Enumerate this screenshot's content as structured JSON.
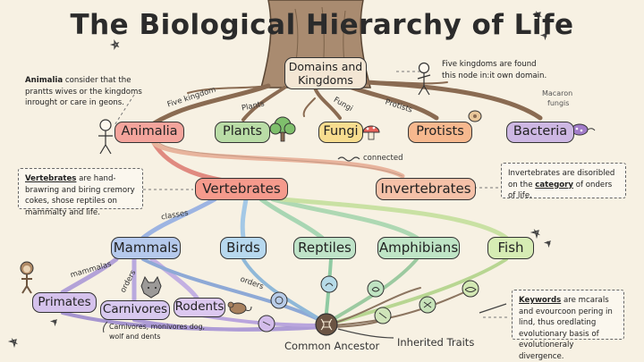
{
  "title": "The Biological Hierarchy of Life",
  "root": {
    "line1": "Domains and",
    "line2": "Kingdoms"
  },
  "kingdoms": [
    {
      "label": "Animalia",
      "color": "#f4a49c"
    },
    {
      "label": "Plants",
      "color": "#b9dca6"
    },
    {
      "label": "Fungi",
      "color": "#f7dd8f"
    },
    {
      "label": "Protists",
      "color": "#f6b88e"
    },
    {
      "label": "Bacteria",
      "color": "#cdb7e3"
    }
  ],
  "level2": [
    {
      "label": "Vertebrates",
      "color": "#f59a8c"
    },
    {
      "label": "Invertebrates",
      "color": "#f5c1a8"
    }
  ],
  "classes": [
    {
      "label": "Mammals",
      "color": "#b5c9ec"
    },
    {
      "label": "Birds",
      "color": "#b7d8ee"
    },
    {
      "label": "Reptiles",
      "color": "#bfe3c8"
    },
    {
      "label": "Amphibians",
      "color": "#bfe5c6"
    },
    {
      "label": "Fish",
      "color": "#d6ecb4"
    }
  ],
  "orders": [
    {
      "label": "Primates",
      "color": "#d5c2ec"
    },
    {
      "label": "Carnivores",
      "color": "#d8c9ef"
    },
    {
      "label": "Rodents",
      "color": "#dcc8f0"
    }
  ],
  "branch_labels": {
    "five_kingdom": "Five kingdom",
    "plants": "Plants",
    "fungi": "Fungi",
    "protists": "Protists",
    "macaron": "Macaron",
    "fungis": "fungis",
    "connected": "connected",
    "classes": "classes",
    "mammalas": "mammalas",
    "orders_left": "orders",
    "orders_right": "orders"
  },
  "notes": {
    "animalia": {
      "bold": "Animalia",
      "text": " consider that the prantts wives or the kingdoms inrought or care in geons."
    },
    "kingdoms": {
      "text": "Five kingdoms are found this node in:it own domain."
    },
    "vertebrates": {
      "bold": "Vertebrates",
      "text": " are hand-brawring and biring cremory cokes, shose reptiles on mammalty and life."
    },
    "invertebrates": {
      "pre": "Invertebrates are disoribled on the ",
      "bold": "category",
      "post": " of onders of life."
    },
    "keywords": {
      "bold": "Keywords",
      "text": " are mcarals and evourcoon pering in lind, thus oredlating evolutionary basis of evolutioneraly divergence."
    },
    "carnivores": {
      "text": "Carnivores, monivores dog, wolf and dents"
    }
  },
  "bottom": {
    "common_ancestor": "Common Ancestor",
    "inherited_traits": "Inherited Traits"
  }
}
